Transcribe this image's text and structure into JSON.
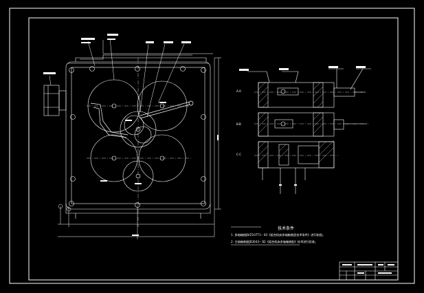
{
  "drawing": {
    "section_labels": [
      "A-A",
      "B-B",
      "C-C"
    ],
    "technical_requirements": {
      "title": "技术条件",
      "line1": "1. 多轴箱按JB/Z107T1-- 83《组合机床多轴箱制造技术条件》进行制造。",
      "line2": "2. 主轴箱装配JB3043-- 82《组合机床多轴箱装配》技术进行验收。"
    }
  },
  "colors": {
    "background": "#000000",
    "line": "#ffffff",
    "highlight": "#ffffff"
  }
}
